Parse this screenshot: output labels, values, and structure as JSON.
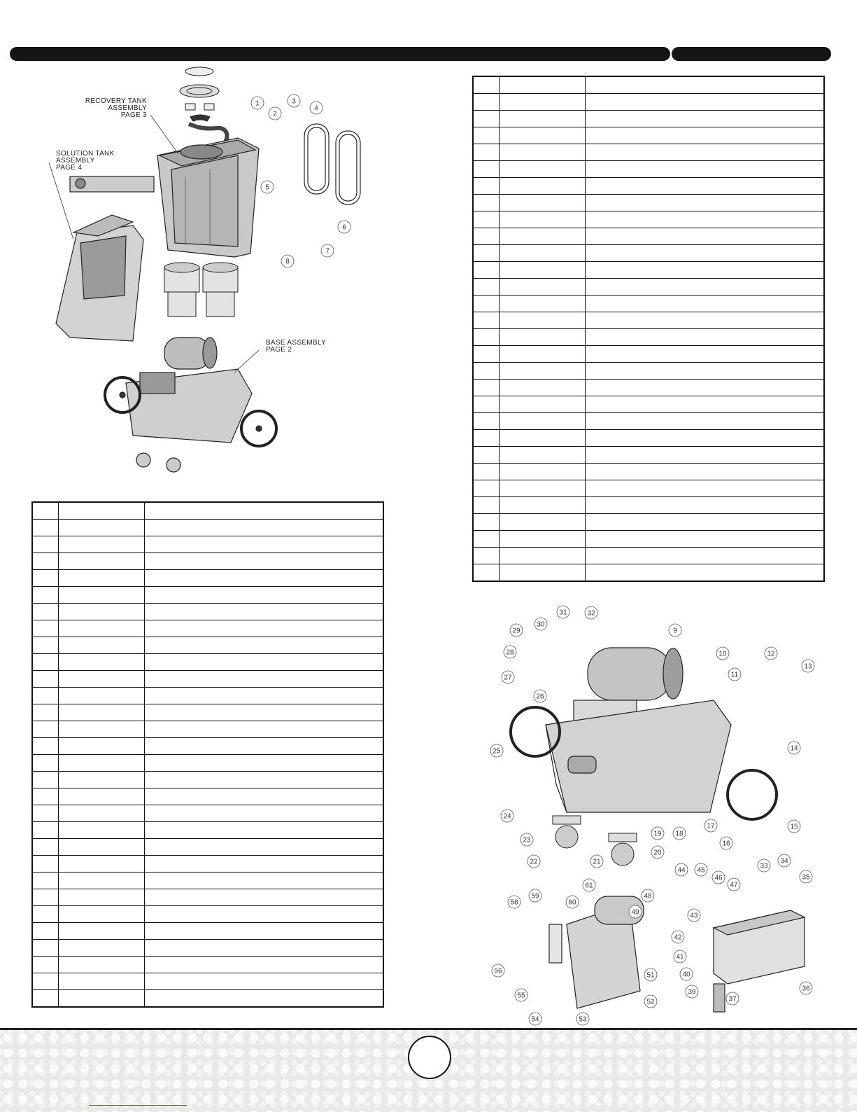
{
  "header": {
    "left_bar_text": "",
    "right_bar_text": ""
  },
  "diagram_top": {
    "labels": {
      "recovery": [
        "RECOVERY TANK",
        "ASSEMBLY",
        "PAGE 3"
      ],
      "solution": [
        "SOLUTION TANK",
        "ASSEMBLY",
        "PAGE 4"
      ],
      "base": [
        "BASE ASSEMBLY",
        "PAGE 2"
      ]
    },
    "callouts": [
      "1",
      "2",
      "3",
      "4",
      "5",
      "6",
      "7",
      "8"
    ]
  },
  "diagram_bottom": {
    "callouts": [
      "9",
      "10",
      "11",
      "12",
      "13",
      "14",
      "15",
      "16",
      "17",
      "18",
      "19",
      "20",
      "21",
      "22",
      "23",
      "24",
      "25",
      "26",
      "27",
      "28",
      "29",
      "30",
      "31",
      "32",
      "33",
      "34",
      "35",
      "36",
      "37",
      "39",
      "40",
      "41",
      "42",
      "43",
      "44",
      "45",
      "46",
      "47",
      "48",
      "49",
      "51",
      "52",
      "53",
      "54",
      "55",
      "56",
      "58",
      "59",
      "60",
      "61"
    ]
  },
  "tables": {
    "left_rows": 30,
    "right_rows": 30
  },
  "footer": {
    "page_number": ""
  },
  "colors": {
    "bar": "#151515",
    "footer_bg": "#e9e9e9",
    "link": "#3b5bdb"
  }
}
